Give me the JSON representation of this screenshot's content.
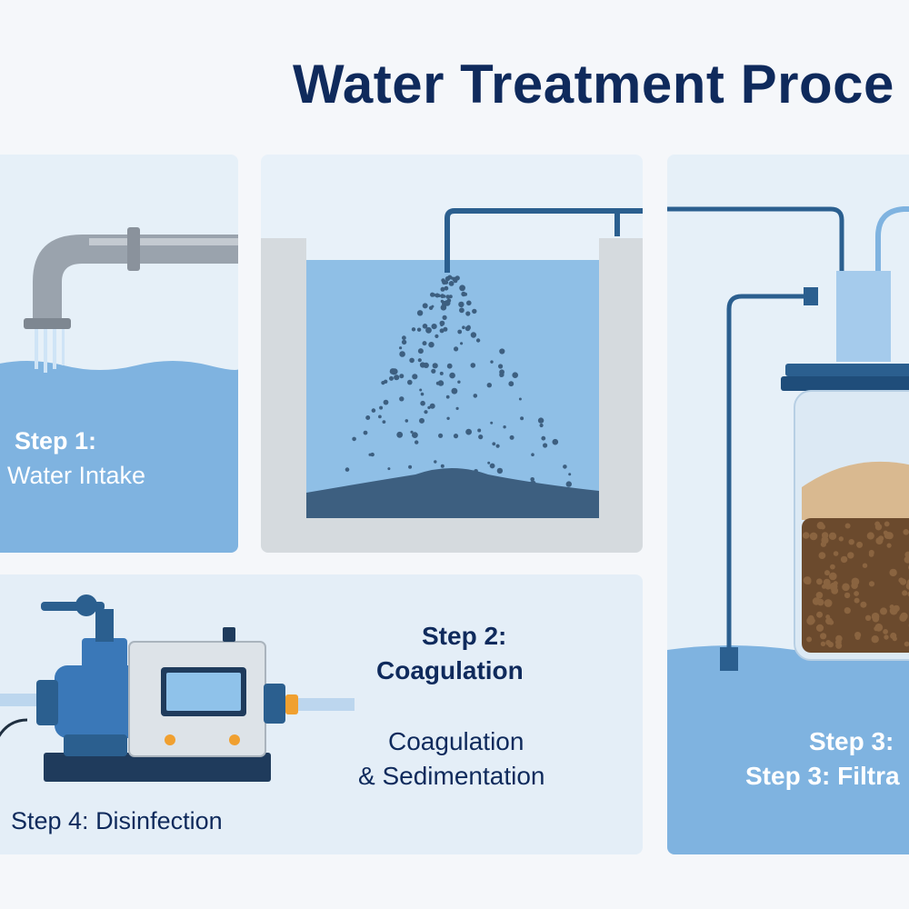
{
  "title": "Water Treatment Proce",
  "steps": {
    "intake": {
      "heading": "Step 1:",
      "name": "Water Intake"
    },
    "coagulation": {
      "heading": "Step 2:",
      "name": "Coagulation",
      "caption_line1": "Coagulation",
      "caption_line2": "& Sedimentation"
    },
    "filtration": {
      "heading": "Step 3:",
      "name": "Step 3: Filtra"
    },
    "disinfection": {
      "name": "Step 4: Disinfection"
    }
  },
  "colors": {
    "water": "#7fb3e0",
    "navy": "#0f2a5c",
    "panel": "#e6f0f8",
    "pipe_blue": "#2b5f8f"
  }
}
